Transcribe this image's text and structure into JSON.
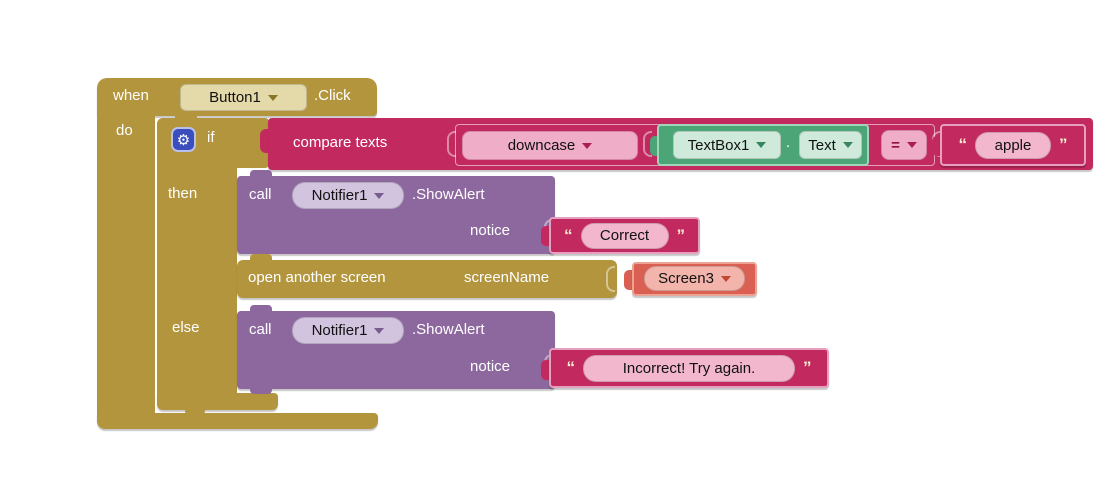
{
  "colors": {
    "canvas_bg": "#ffffff",
    "control_gold": "#b3953d",
    "text_magenta": "#c22a5f",
    "component_purple": "#8d689e",
    "getter_teal": "#4ba577",
    "screen_red": "#d96052",
    "gold_field_pill": "#e4d9a9",
    "magenta_field_pill": "#f0adc8",
    "teal_field_pill": "#cfeadb",
    "purple_field_pill": "#d2c3de",
    "red_field_pill": "#f3b4ab",
    "mutator_blue": "#3a4ebd"
  },
  "icons": {
    "gear": "⚙"
  },
  "when_block": {
    "keyword": "when",
    "component": "Button1",
    "event": ".Click",
    "do_label": "do"
  },
  "if_block": {
    "if_label": "if",
    "then_label": "then",
    "else_label": "else"
  },
  "compare_block": {
    "label": "compare texts",
    "operation": "downcase",
    "comparator": "="
  },
  "textbox_block": {
    "component": "TextBox1",
    "dot": ".",
    "property": "Text"
  },
  "apple_string": {
    "open_quote": "“",
    "value": "apple",
    "close_quote": "”"
  },
  "then_call_block": {
    "keyword": "call",
    "component": "Notifier1",
    "method": ".ShowAlert",
    "param_label": "notice"
  },
  "correct_string": {
    "open_quote": "“",
    "value": "Correct",
    "close_quote": "”"
  },
  "open_screen_block": {
    "label": "open another screen",
    "param_label": "screenName",
    "screen": "Screen3"
  },
  "else_call_block": {
    "keyword": "call",
    "component": "Notifier1",
    "method": ".ShowAlert",
    "param_label": "notice"
  },
  "incorrect_string": {
    "open_quote": "“",
    "value": "Incorrect! Try again.",
    "close_quote": "”"
  }
}
